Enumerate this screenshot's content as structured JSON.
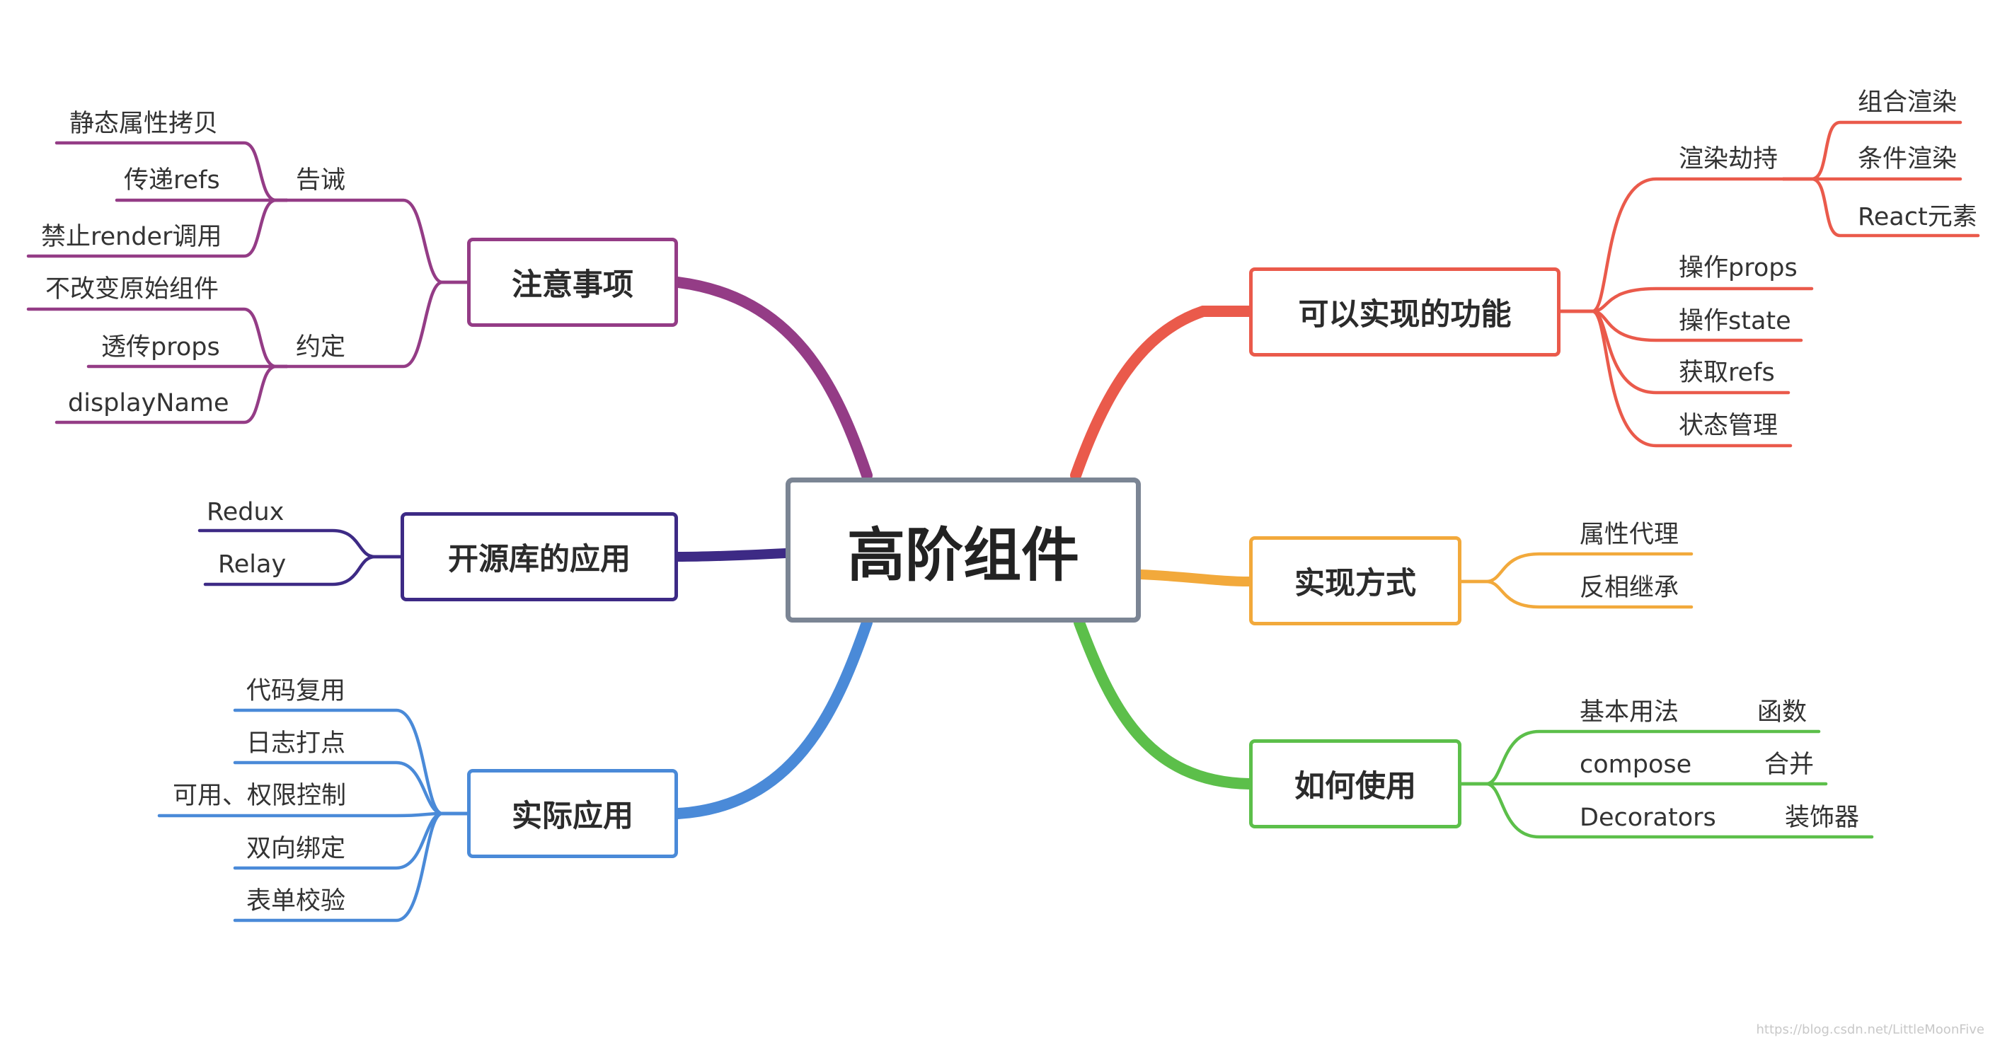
{
  "root": {
    "label": "高阶组件"
  },
  "branches": {
    "features": {
      "label": "可以实现的功能",
      "color": "#ea5a4b",
      "render_hijack": {
        "label": "渲染劫持",
        "children": [
          "组合渲染",
          "条件渲染",
          "React元素"
        ]
      },
      "items": [
        "操作props",
        "操作state",
        "获取refs",
        "状态管理"
      ]
    },
    "implementation": {
      "label": "实现方式",
      "color": "#f2a93b",
      "items": [
        "属性代理",
        "反相继承"
      ]
    },
    "usage": {
      "label": "如何使用",
      "color": "#5cbf4a",
      "items": [
        {
          "label": "基本用法",
          "child": "函数"
        },
        {
          "label": "compose",
          "child": "合并"
        },
        {
          "label": "Decorators",
          "child": "装饰器"
        }
      ]
    },
    "cautions": {
      "label": "注意事项",
      "color": "#943c86",
      "warnings": {
        "label": "告诫",
        "children": [
          "静态属性拷贝",
          "传递refs",
          "禁止render调用"
        ]
      },
      "conventions": {
        "label": "约定",
        "children": [
          "不改变原始组件",
          "透传props",
          "displayName"
        ]
      }
    },
    "libraries": {
      "label": "开源库的应用",
      "color": "#3d2a85",
      "items": [
        "Redux",
        "Relay"
      ]
    },
    "practical": {
      "label": "实际应用",
      "color": "#4a8ad8",
      "items": [
        "代码复用",
        "日志打点",
        "可用、权限控制",
        "双向绑定",
        "表单校验"
      ]
    }
  },
  "watermark": "https://blog.csdn.net/LittleMoonFive"
}
